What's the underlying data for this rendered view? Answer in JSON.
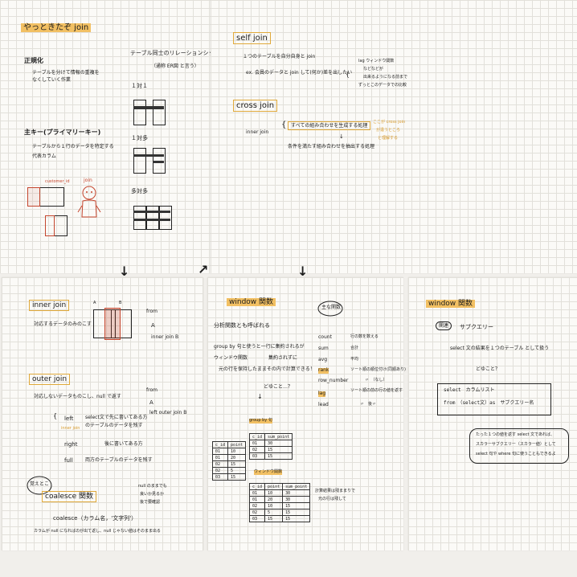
{
  "p1": {
    "title": "やっときたぞ join",
    "normalize_h": "正規化",
    "normalize_1": "テーブルを分けて情報の重複を",
    "normalize_2": "なくしていく作業",
    "pk_h": "主キー(プライマリーキー)",
    "pk_1": "テーブルから１行のデータを特定する",
    "pk_2": "代表カラム",
    "customer_id": "customer_id",
    "join_label": "join",
    "rel_h": "テーブル同士のリレーションシップ",
    "er_note": "（通称 ER図 と言う）",
    "one_one": "１対１",
    "one_many": "１対多",
    "many_many": "多対多"
  },
  "p2": {
    "self_h": "self join",
    "self_1": "１つのテーブルを自分自身と join",
    "self_2": "ex. 会員のデータと join して(何か)差を出したい",
    "self_side_1": "lag ウィンドウ関数",
    "self_side_2": "などなどが",
    "self_side_3": "出来るようになる前まで",
    "self_side_4": "ずっとこのデータでの比較",
    "cross_h": "cross join",
    "inner_join": "inner join",
    "cross_1": "すべての組み合わせを生成する処理",
    "cross_2": "条件を満たす組み合わせを抽出する処理",
    "cross_note_1": "ここが cross join",
    "cross_note_2": "が違うところ",
    "cross_note_3": "と理解する"
  },
  "p3": {
    "inner_h": "inner join",
    "inner_1": "対応するデータのみのこす",
    "a_label": "A",
    "b_label": "B",
    "inner_code_1": "from",
    "inner_code_2": "A",
    "inner_code_3": "inner join B",
    "outer_h": "outer join",
    "outer_1": "対応しないデータものこし、null で返す",
    "outer_code_1": "from",
    "outer_code_2": "A",
    "outer_code_3": "left outer join B",
    "left": "left",
    "left_desc_1": "select文で先に書いてある方",
    "left_desc_2": "のテーブルのデータを残す",
    "left_note": "inner join",
    "right": "right",
    "right_desc": "後に書いてある方",
    "full": "full",
    "full_desc": "両方のテーブルのデータを残す",
    "stamp": "覚えとこ",
    "coalesce_h": "coalesce 関数",
    "null_note_1": "null のままでも",
    "null_note_2": "良いか見るか",
    "null_note_3": "後で要確認",
    "coalesce_code": "coalesce（カラム名，'文字列'）",
    "coalesce_desc": "カラムが null になればのが出て返し、null じゃない値はそのまま出る"
  },
  "p4": {
    "window_h": "window 関数",
    "analytic": "分析関数とも呼ばれる",
    "desc_1": "group by 句と使うと一行に集約されるが",
    "desc_2": "ウィンドウ関数",
    "desc_3": "集約されずに",
    "desc_4": "元の行を保持したままその内で計算できる！",
    "desc_5": "どゆこと…？",
    "funcs_h": "主な関数",
    "funcs": [
      {
        "name": "count",
        "desc": "行の数を数える"
      },
      {
        "name": "sum",
        "desc": "合計"
      },
      {
        "name": "avg",
        "desc": "平均"
      },
      {
        "name": "rank",
        "desc": "ソート順の順位付け(同順あり)"
      },
      {
        "name": "row_number",
        "desc": "〃　（なし）"
      },
      {
        "name": "lag",
        "desc": "ソート順の前の行の値を返す"
      },
      {
        "name": "lead",
        "desc": "〃　後〃"
      }
    ],
    "group_by_label": "group by 句",
    "window_label": "ウィンドウ関数",
    "right_note_1": "計算結果は残ままりで",
    "right_note_2": "元の行は残して",
    "t1": {
      "head": [
        "c_id",
        "point"
      ],
      "rows": [
        [
          "01",
          "10"
        ],
        [
          "01",
          "20"
        ],
        [
          "02",
          "15"
        ],
        [
          "02",
          "5"
        ],
        [
          "03",
          "15"
        ]
      ]
    },
    "t2": {
      "head": [
        "c_id",
        "sum_point"
      ],
      "rows": [
        [
          "01",
          "30"
        ],
        [
          "02",
          "15"
        ],
        [
          "03",
          "15"
        ]
      ]
    },
    "t3": {
      "head": [
        "c_id",
        "point",
        "sum_point"
      ],
      "rows": [
        [
          "01",
          "10",
          "30"
        ],
        [
          "01",
          "20",
          "30"
        ],
        [
          "02",
          "10",
          "15"
        ],
        [
          "02",
          "5",
          "15"
        ],
        [
          "03",
          "15",
          "15"
        ]
      ]
    }
  },
  "p5": {
    "window_h": "window 関数",
    "sub_tag": "関連",
    "sub_h": "サブクエリー",
    "desc_1": "select 文の結果を１つのテーブル として扱う",
    "desc_2": "どゆこと？",
    "code_1": "select　カラムリスト",
    "code_2": "from　（select文）as　サブクエリー名",
    "note_1": "たった１つの値を返す select 文であれば、",
    "note_2": "スカラーサブクエリー（スカラー値）として",
    "note_3": "select 句や where 句に使うこともできるよ"
  },
  "arrows": {
    "down": "↓",
    "up": "↗"
  },
  "colors": {
    "highlight": "#f2c063",
    "accent": "#d79a2b",
    "red": "#c4462e"
  }
}
